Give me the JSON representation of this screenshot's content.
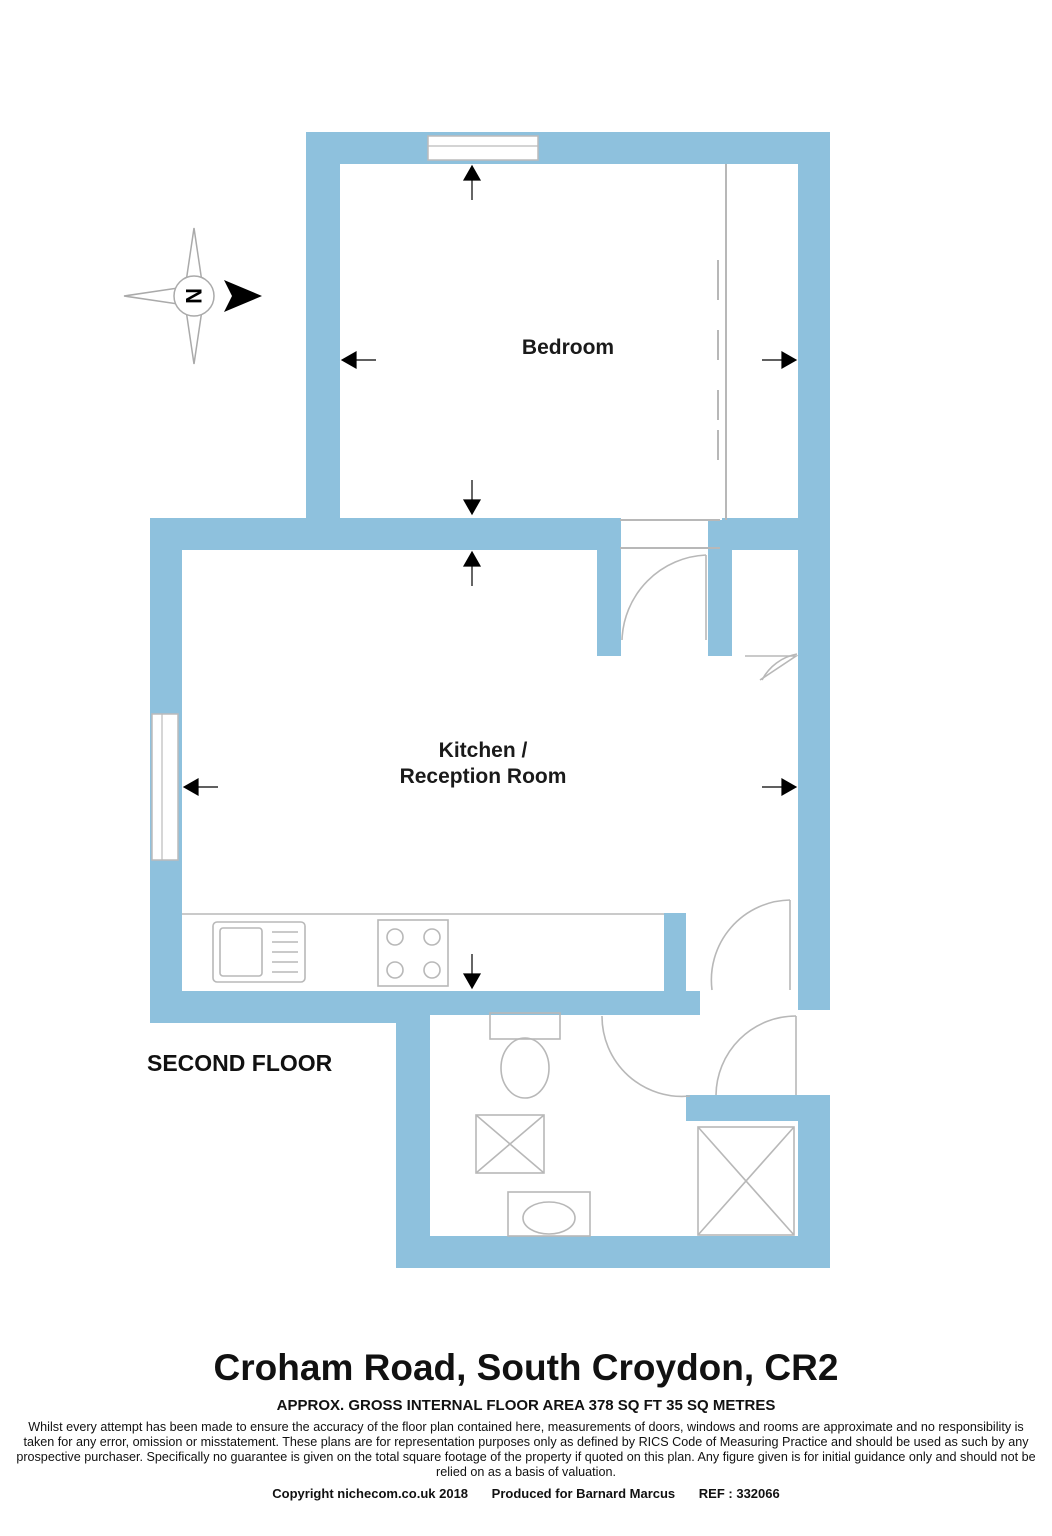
{
  "rooms": {
    "bedroom": "Bedroom",
    "kitchen_line1": "Kitchen /",
    "kitchen_line2": "Reception Room"
  },
  "compass": {
    "label": "N"
  },
  "floor_label": "SECOND FLOOR",
  "footer": {
    "title": "Croham Road, South Croydon, CR2",
    "area": "APPROX. GROSS INTERNAL FLOOR AREA 378 SQ FT 35 SQ METRES",
    "disclaimer": "Whilst every attempt has been made to ensure the accuracy of the floor plan contained here, measurements of doors, windows and rooms are approximate and no responsibility is taken for any error, omission or misstatement. These plans are for representation purposes only as defined by RICS Code of Measuring Practice and should be used as such by any prospective purchaser. Specifically no guarantee is given on the total square footage of the property if quoted on this plan. Any figure given is for initial guidance only and should not be relied on as a basis of valuation.",
    "copyright": "Copyright nichecom.co.uk 2018",
    "produced_for": "Produced for Barnard Marcus",
    "ref": "REF : 332066"
  },
  "colors": {
    "wall": "#8ec1dd",
    "fixture": "#b8b8b8",
    "arrow": "#000000"
  }
}
